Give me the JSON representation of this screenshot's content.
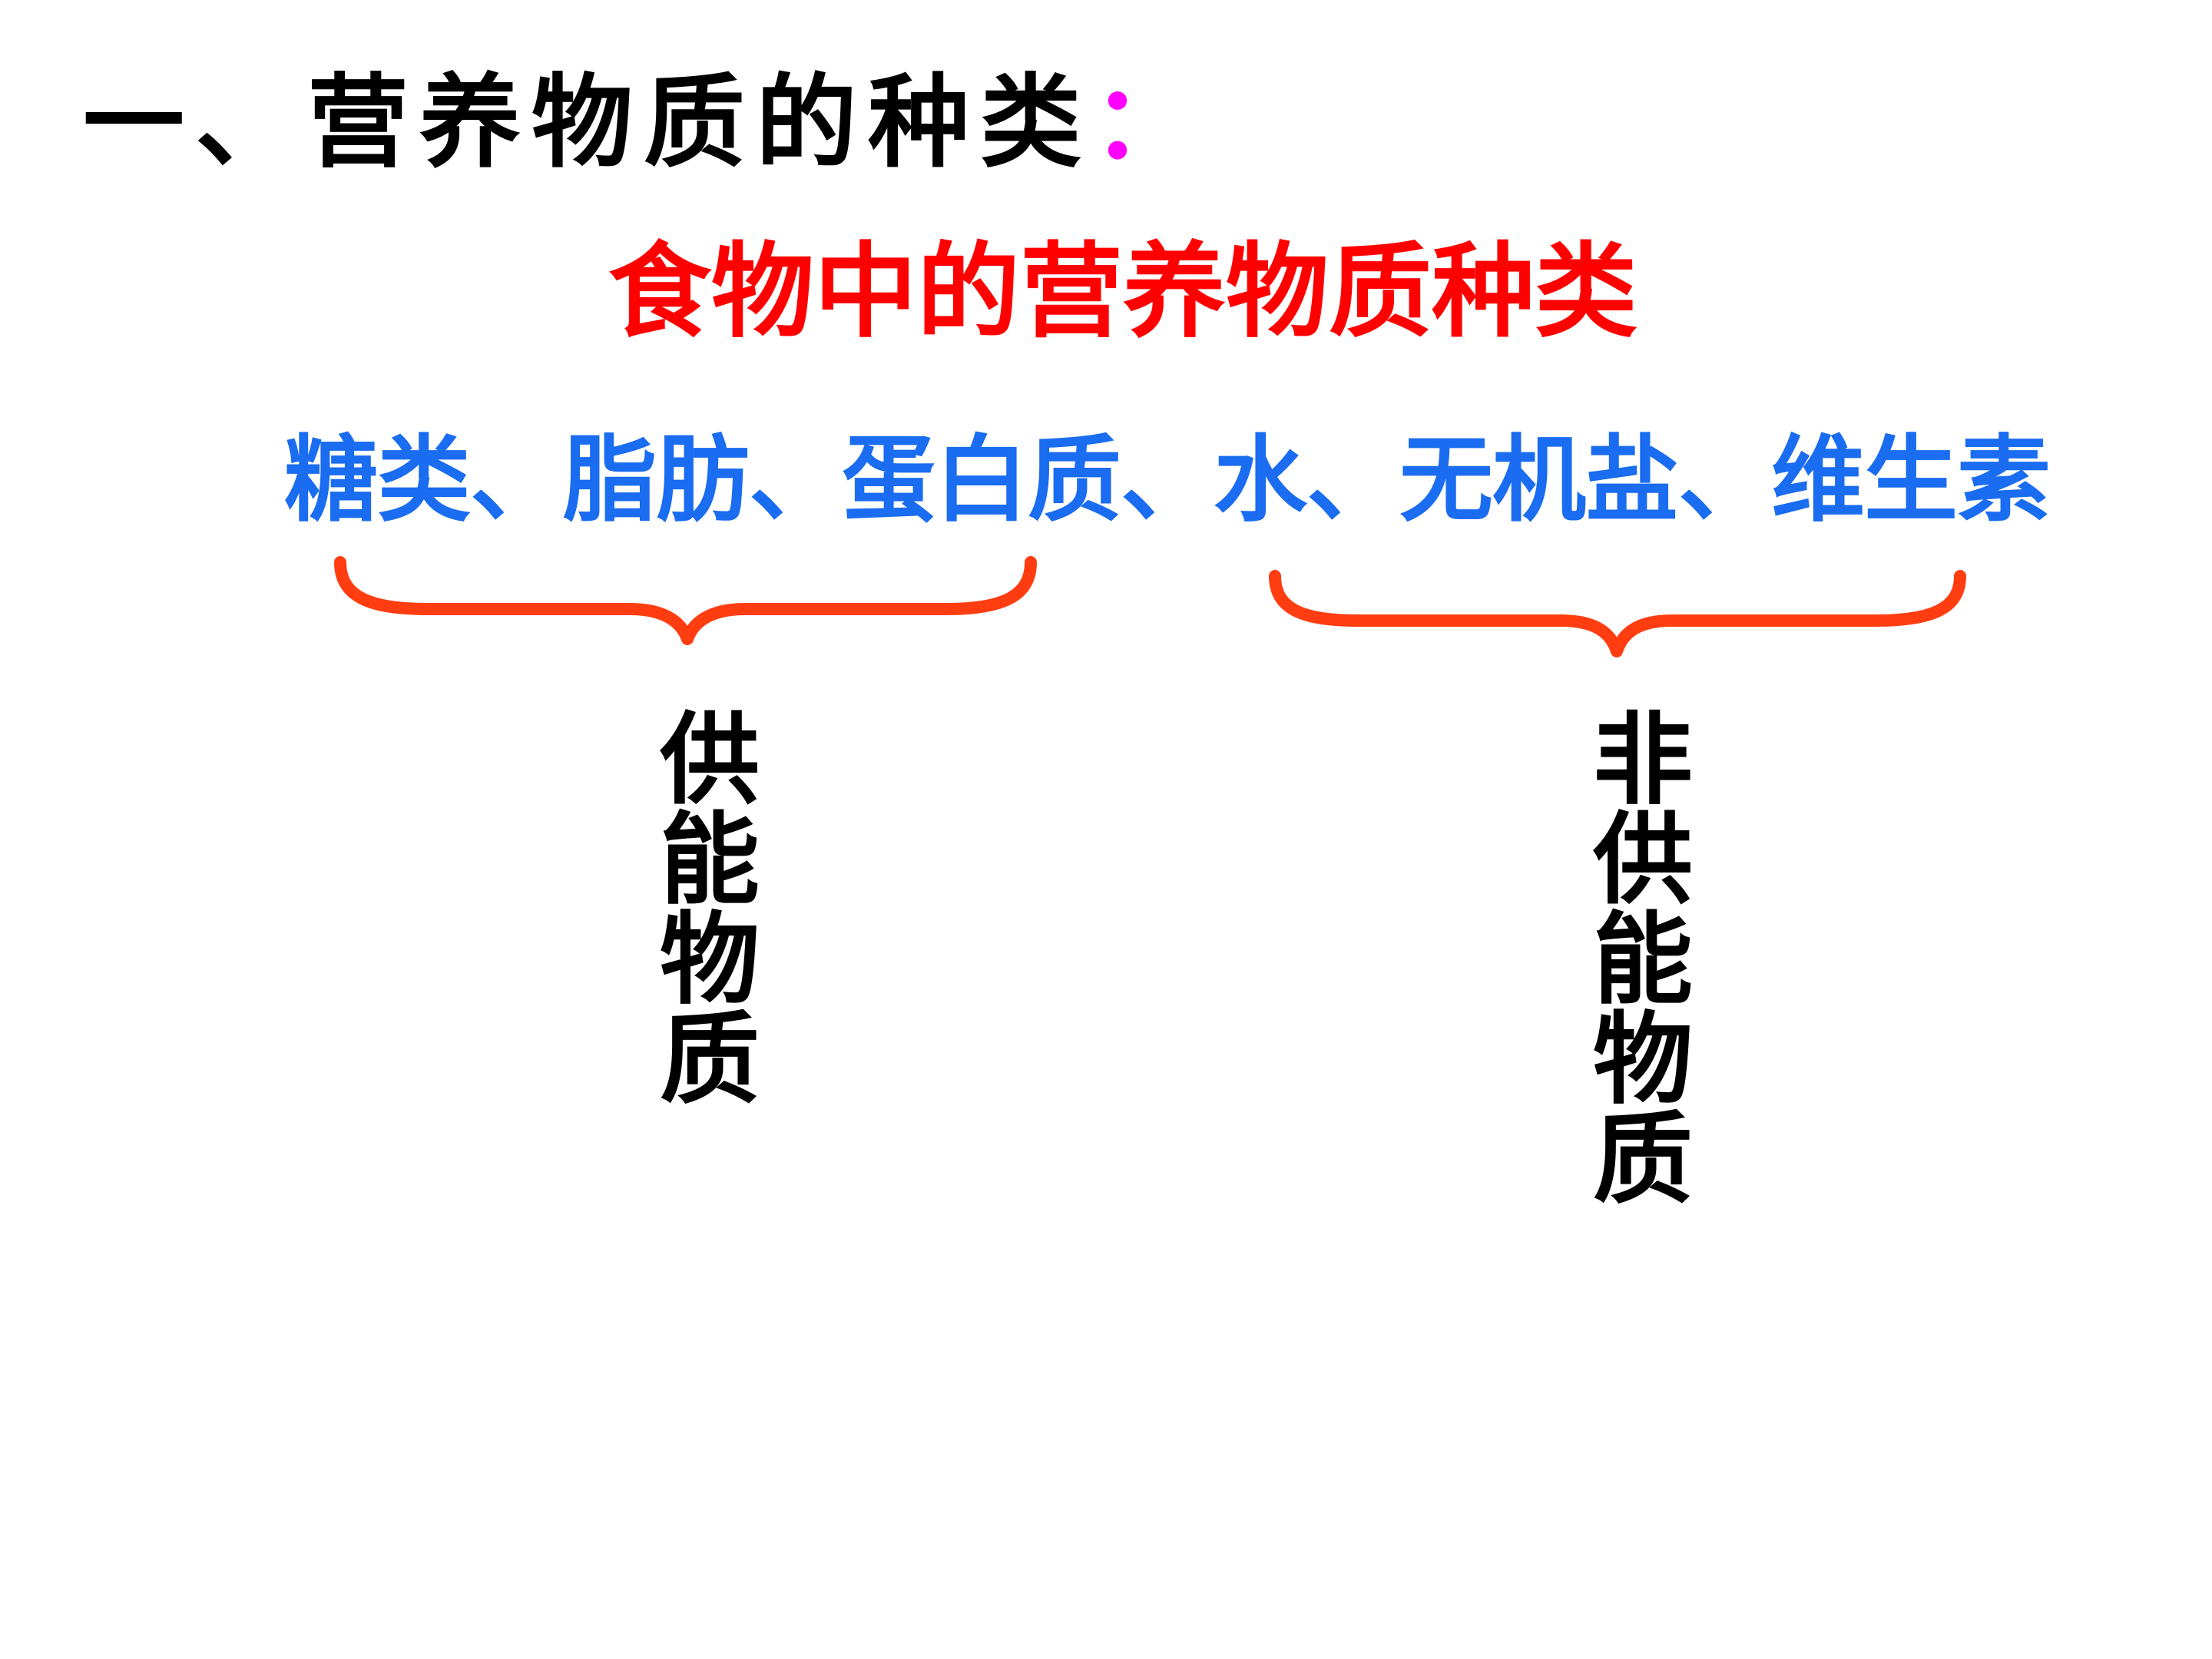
{
  "heading": {
    "text": "一、营养物质的种类",
    "colon": "：",
    "color": "#000000",
    "colon_color": "#ff00ff"
  },
  "subtitle": {
    "text": "食物中的营养物质种类",
    "color": "#ff0000"
  },
  "nutrients": {
    "text": "糖类、脂肪、蛋白质、水、无机盐、维生素",
    "color": "#1a6cf0"
  },
  "groups": {
    "brace_color": "#ff3d10",
    "energy": {
      "label": "供能物质",
      "color": "#000000"
    },
    "non_energy": {
      "label": "非供能物质",
      "color": "#000000"
    }
  }
}
